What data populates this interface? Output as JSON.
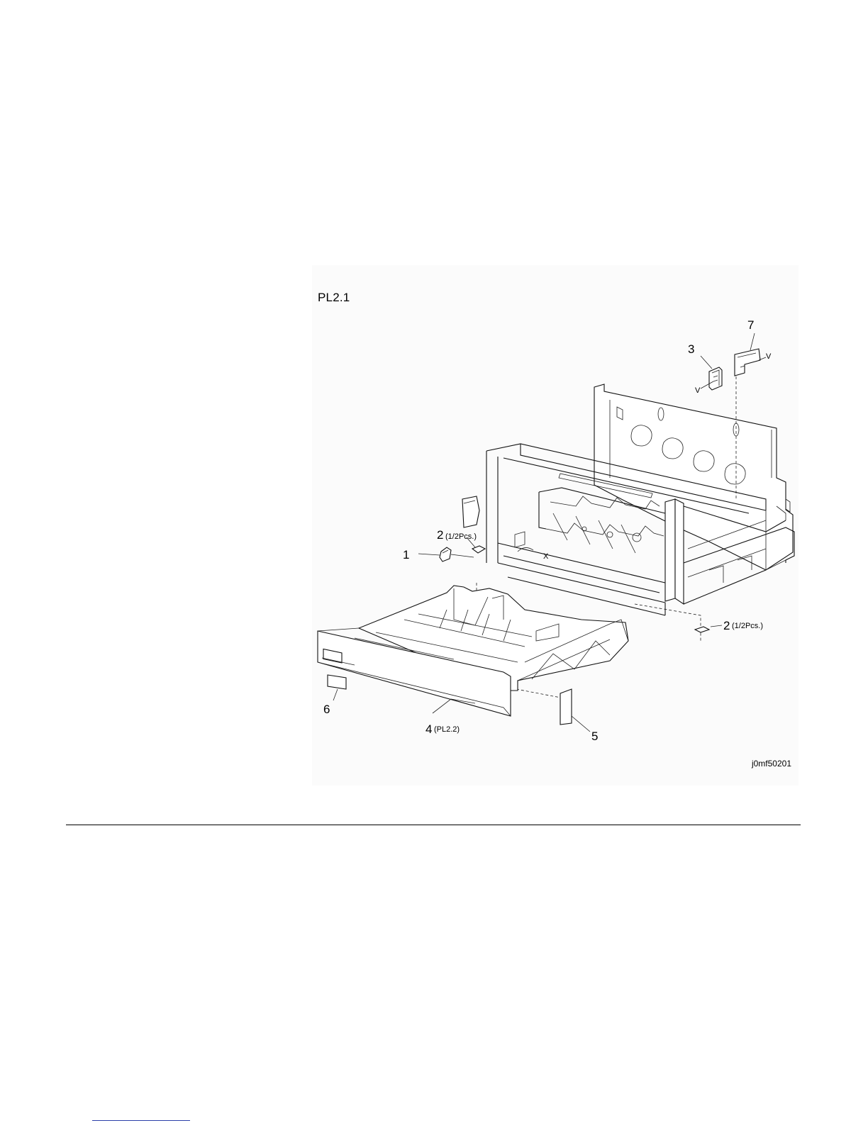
{
  "figure": {
    "title": "PL2.1",
    "id": "j0mf50201",
    "callouts": {
      "c1": "1",
      "c2a": "2",
      "c2a_sub": "(1/2Pcs.)",
      "c2b": "2",
      "c2b_sub": "(1/2Pcs.)",
      "c3": "3",
      "c4": "4",
      "c4_sub": "(PL2.2)",
      "c5": "5",
      "c6": "6",
      "c7": "7",
      "v1": "V",
      "v2": "V",
      "x1": "X"
    }
  }
}
